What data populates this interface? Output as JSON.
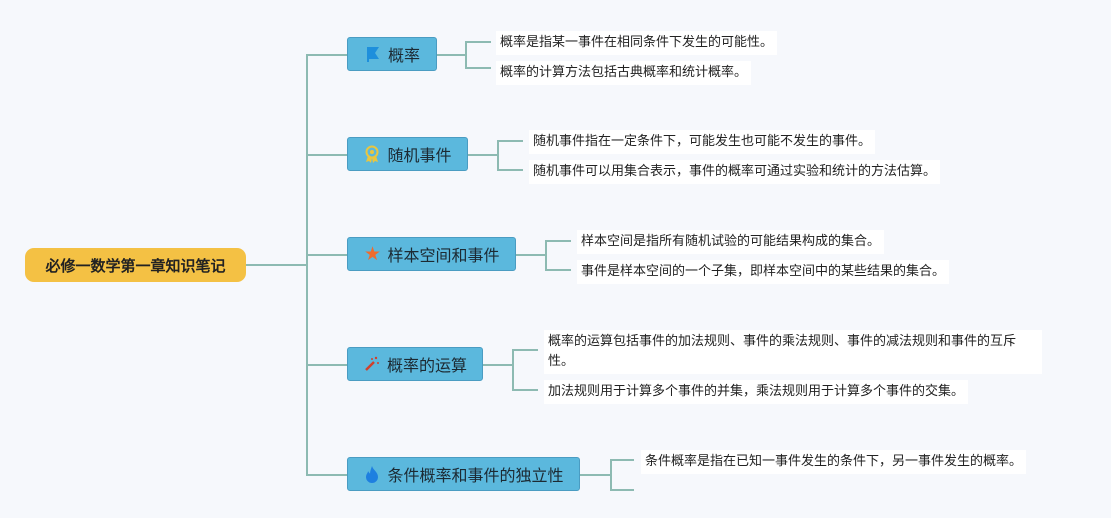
{
  "root": "必修一数学第一章知识笔记",
  "topics": [
    {
      "label": "概率",
      "icon": "flag-icon",
      "leaves": [
        "概率是指某一事件在相同条件下发生的可能性。",
        "概率的计算方法包括古典概率和统计概率。"
      ]
    },
    {
      "label": "随机事件",
      "icon": "award-icon",
      "leaves": [
        "随机事件指在一定条件下，可能发生也可能不发生的事件。",
        "随机事件可以用集合表示，事件的概率可通过实验和统计的方法估算。"
      ]
    },
    {
      "label": "样本空间和事件",
      "icon": "star-icon",
      "leaves": [
        "样本空间是指所有随机试验的可能结果构成的集合。",
        "事件是样本空间的一个子集，即样本空间中的某些结果的集合。"
      ]
    },
    {
      "label": "概率的运算",
      "icon": "magic-wand-icon",
      "leaves": [
        "概率的运算包括事件的加法规则、事件的乘法规则、事件的减法规则和事件的互斥性。",
        "加法规则用于计算多个事件的并集，乘法规则用于计算多个事件的交集。"
      ]
    },
    {
      "label": "条件概率和事件的独立性",
      "icon": "flame-icon",
      "leaves": [
        "条件概率是指在已知一事件发生的条件下，另一事件发生的概率。"
      ]
    }
  ]
}
